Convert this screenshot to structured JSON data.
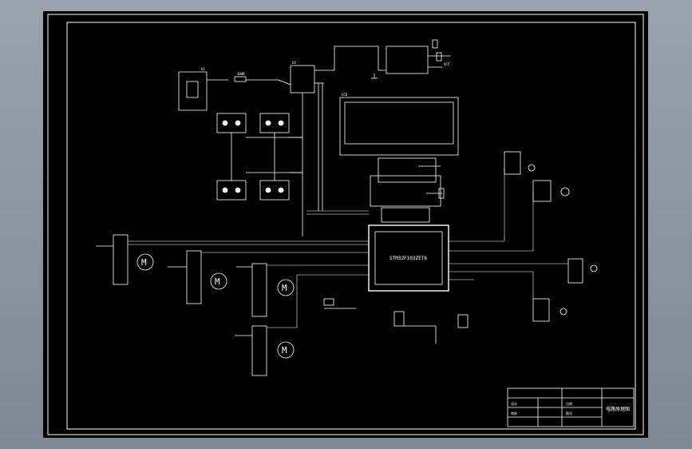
{
  "window": {
    "background": "#8a939d"
  },
  "drawing": {
    "line_color": "#ffffff",
    "mcu_label": "STM32F103ZET6",
    "lcd_label": "LCD",
    "power_labels": {
      "u1": "U1",
      "u2": "U2",
      "resistor": "100K",
      "vcc": "VCC"
    },
    "motor_symbol": "M",
    "title_block": {
      "title": "电路原理图",
      "cells": [
        "设计",
        "审核",
        "比例",
        "图号"
      ]
    }
  }
}
